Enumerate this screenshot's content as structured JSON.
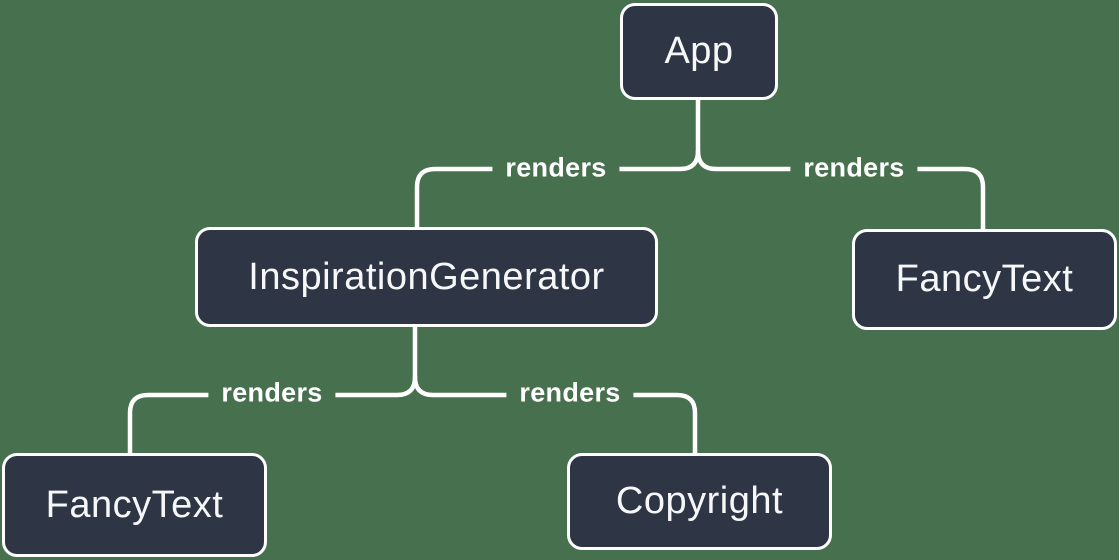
{
  "colors": {
    "background": "#47704E",
    "node_fill": "#2E3544",
    "node_border": "#FFFFFF",
    "node_text": "#F6F7F9",
    "edge": "#FFFFFF",
    "edge_label_text": "#FFFFFF"
  },
  "nodes": {
    "app": {
      "label": "App"
    },
    "inspiration_generator": {
      "label": "InspirationGenerator"
    },
    "fancy_text_top": {
      "label": "FancyText"
    },
    "fancy_text_bottom": {
      "label": "FancyText"
    },
    "copyright": {
      "label": "Copyright"
    }
  },
  "edges": {
    "app_to_inspiration_generator": {
      "from": "App",
      "to": "InspirationGenerator",
      "label": "renders"
    },
    "app_to_fancy_text": {
      "from": "App",
      "to": "FancyText",
      "label": "renders"
    },
    "inspiration_generator_to_fancy_text": {
      "from": "InspirationGenerator",
      "to": "FancyText",
      "label": "renders"
    },
    "inspiration_generator_to_copyright": {
      "from": "InspirationGenerator",
      "to": "Copyright",
      "label": "renders"
    }
  }
}
